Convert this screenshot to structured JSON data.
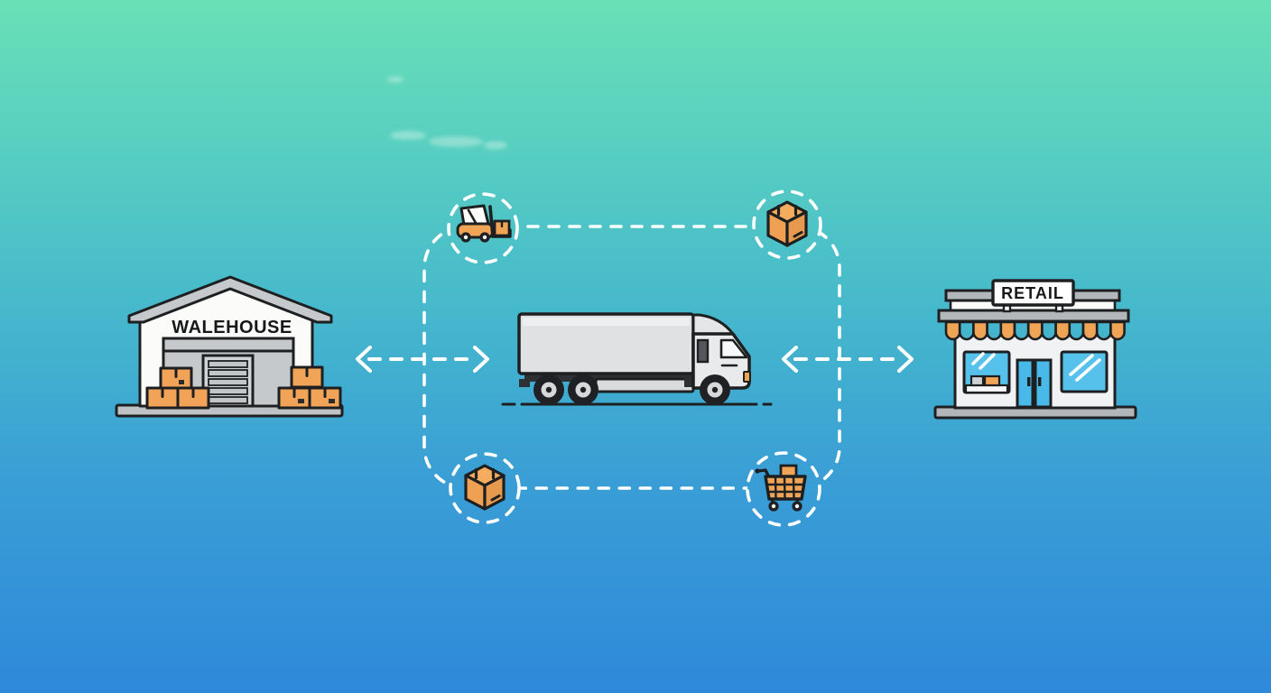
{
  "meta": {
    "type": "illustration",
    "theme": "supply-chain-logistics",
    "description": "Warehouse to truck to retail store flow with dashed connector loop"
  },
  "background": {
    "gradient_top": "#69E0B6",
    "gradient_middle": "#46B8CC",
    "gradient_bottom": "#2E89DA"
  },
  "nodes": {
    "warehouse": {
      "label": "WALEHOUSE",
      "role": "origin"
    },
    "truck": {
      "role": "transport",
      "label": ""
    },
    "retail": {
      "label": "RETAIL",
      "role": "destination"
    }
  },
  "flow_icons": {
    "top_left": "forklift",
    "top_right": "package-box",
    "bottom_left": "package-box",
    "bottom_right": "shopping-cart"
  },
  "connectors": {
    "style": "dashed-white",
    "loop_shape": "rounded-rectangle",
    "left_arrow": "bidirectional",
    "right_arrow": "bidirectional"
  },
  "colors": {
    "accent_orange": "#F0A456",
    "outline_dark": "#1D1F21",
    "dash_white": "#FFFFFF",
    "window_blue": "#56C2EC",
    "door_blue": "#49B9E9",
    "building_gray": "#C6C9CB",
    "truck_gray": "#DFE1E3",
    "facade_light": "#F1F2F3"
  }
}
